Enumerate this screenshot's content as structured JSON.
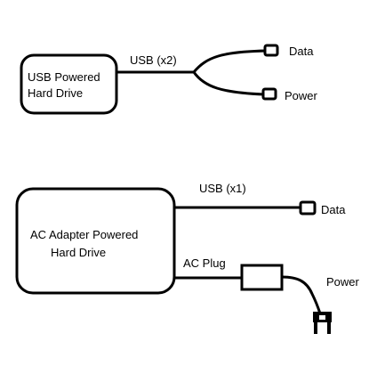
{
  "diagram_1": {
    "device_line_1": "USB Powered",
    "device_line_2": "Hard Drive",
    "cable_label": "USB (x2)",
    "end_data": "Data",
    "end_power": "Power"
  },
  "diagram_2": {
    "device_line_1": "AC Adapter Powered",
    "device_line_2": "Hard Drive",
    "usb_label": "USB (x1)",
    "end_data": "Data",
    "ac_label": "AC Plug",
    "end_power": "Power"
  }
}
